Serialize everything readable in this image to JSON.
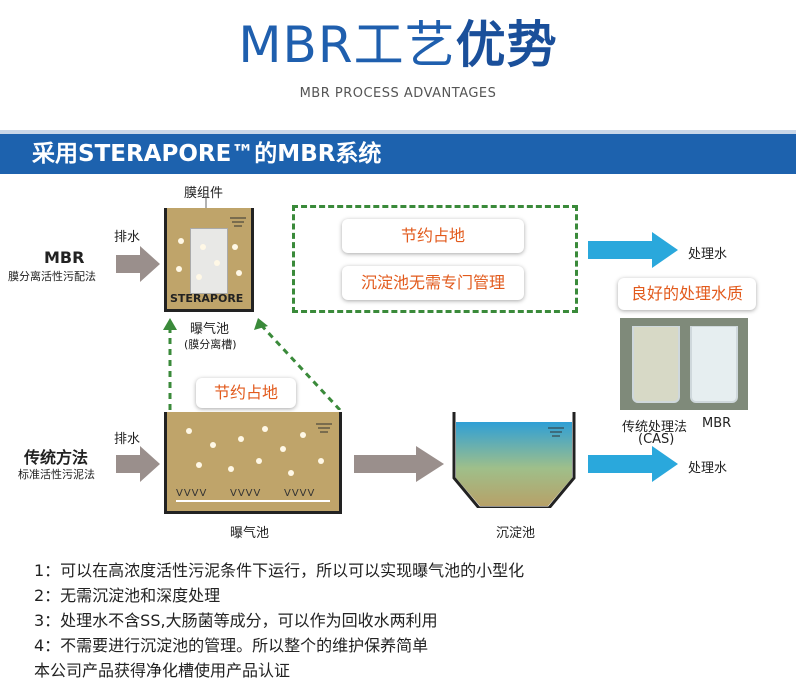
{
  "header": {
    "title_prefix": "MBR工艺",
    "title_bold": "优势",
    "subtitle": "MBR PROCESS ADVANTAGES"
  },
  "section_title": "采用STERAPORE™的MBR系统",
  "diagram": {
    "membrane_module": "膜组件",
    "discharge_top": "排水",
    "mbr_label": "MBR",
    "mbr_sub": "膜分离活性污配法",
    "sterapore": "STERAPORE",
    "aeration_top": "曝气池",
    "aeration_top_sub": "(膜分离槽)",
    "save_land_box": "节约占地",
    "no_clarifier_box": "沉淀池无需专门管理",
    "treated_water_top": "处理水",
    "good_quality": "良好的处理水质",
    "save_land_middle": "节约占地",
    "cas_label": "传统处理法",
    "cas_abbr": "(CAS)",
    "mbr_beaker_label": "MBR",
    "discharge_bottom": "排水",
    "traditional_label": "传统方法",
    "traditional_sub": "标准活性污泥法",
    "aeration_bottom": "曝气池",
    "clarifier": "沉淀池",
    "treated_water_bottom": "处理水",
    "diffuser_marks": "VVVV"
  },
  "notes": [
    "1：可以在高浓度活性污泥条件下运行，所以可以实现曝气池的小型化",
    "2：无需沉淀池和深度处理",
    "3：处理水不含SS,大肠菌等成分，可以作为回收水两利用",
    "4：不需要进行沉淀池的管理。所以整个的维护保养简单",
    "本公司产品获得净化槽使用产品认证"
  ],
  "colors": {
    "brand_blue": "#1d62ae",
    "accent_orange": "#e25a1c",
    "dash_green": "#3a8a3a",
    "arrow_gray": "#9a8f8c",
    "arrow_cyan": "#2aa8dc",
    "sludge": "#bfa46a"
  }
}
